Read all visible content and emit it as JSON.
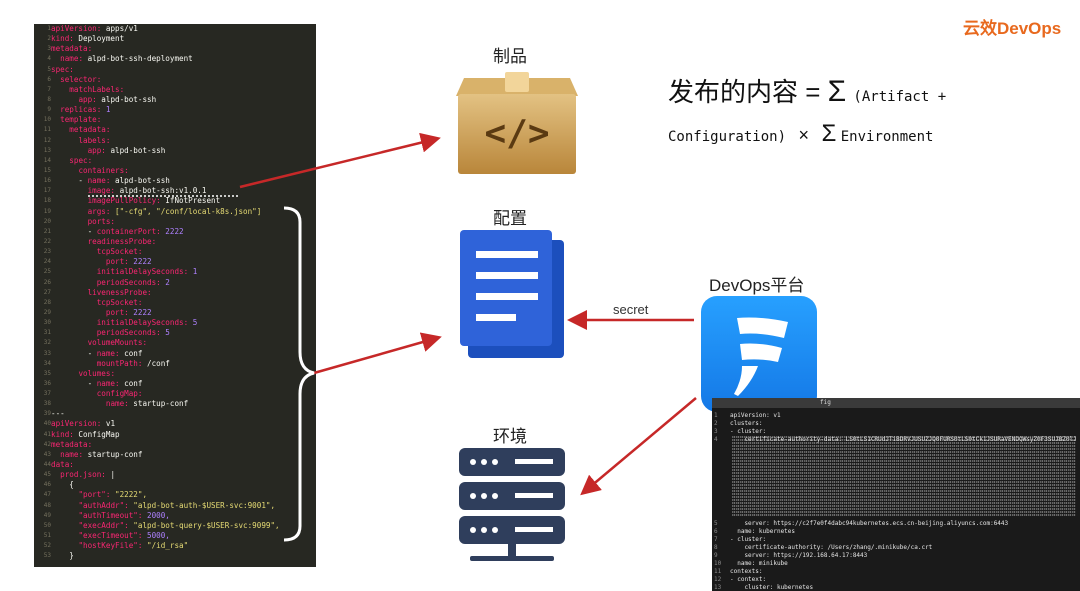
{
  "brand": "云效DevOps",
  "labels": {
    "artifact": "制品",
    "config": "配置",
    "environment": "环境",
    "platform": "DevOps平台",
    "secret": "secret"
  },
  "formula": {
    "lhs": "发布的内容 = ",
    "sigma": "Σ",
    "part1": "(Artifact +",
    "part2": "Configuration)",
    "times": "×",
    "part3": "Environment"
  },
  "colors": {
    "brand": "#e8691e",
    "arrow": "#c62828",
    "doc": "#2f63d9",
    "server": "#2f3e5c",
    "logo": "#1f8ff0",
    "box": "#c99a4b"
  },
  "icons": {
    "artifact": "code-box-icon",
    "config": "document-stack-icon",
    "environment": "server-stack-icon",
    "platform": "devops-logo-icon"
  },
  "yaml_lines": [
    "apiVersion: apps/v1",
    "kind: Deployment",
    "metadata:",
    "  name: alpd-bot-ssh-deployment",
    "spec:",
    "  selector:",
    "    matchLabels:",
    "      app: alpd-bot-ssh",
    "  replicas: 1",
    "  template:",
    "    metadata:",
    "      labels:",
    "        app: alpd-bot-ssh",
    "    spec:",
    "      containers:",
    "      - name: alpd-bot-ssh",
    "        image: alpd-bot-ssh:v1.0.1",
    "        imagePullPolicy: IfNotPresent",
    "        args: [\"-cfg\", \"/conf/local-k8s.json\"]",
    "        ports:",
    "        - containerPort: 2222",
    "        readinessProbe:",
    "          tcpSocket:",
    "            port: 2222",
    "          initialDelaySeconds: 1",
    "          periodSeconds: 2",
    "        livenessProbe:",
    "          tcpSocket:",
    "            port: 2222",
    "          initialDelaySeconds: 5",
    "          periodSeconds: 5",
    "        volumeMounts:",
    "        - name: conf",
    "          mountPath: /conf",
    "      volumes:",
    "        - name: conf",
    "          configMap:",
    "            name: startup-conf",
    "---",
    "apiVersion: v1",
    "kind: ConfigMap",
    "metadata:",
    "  name: startup-conf",
    "data:",
    "  prod.json: |",
    "    {",
    "      \"port\": \"2222\",",
    "      \"authAddr\": \"alpd-bot-auth-$USER-svc:9001\",",
    "      \"authTimeout\": 2000,",
    "      \"execAddr\": \"alpd-bot-query-$USER-svc:9099\",",
    "      \"execTimeout\": 5000,",
    "      \"hostKeyFile\": \"/id_rsa\"",
    "    }"
  ],
  "terminal": {
    "title": "fig",
    "lines": [
      "apiVersion: v1",
      "clusters:",
      "- cluster:",
      "    certificate-authority-data: LS0tLS1CRUdJTiBDRVJUSUZJQ0FURS0tLS0tCk1JSURaVENDQWsyZ0F3SUJBZ0lJ",
      "    server: https://c2f7e0f4dabc94kubernetes.ecs.cn-beijing.aliyuncs.com:6443",
      "  name: kubernetes",
      "- cluster:",
      "    certificate-authority: /Users/zhang/.minikube/ca.crt",
      "    server: https://192.168.64.17:8443",
      "  name: minikube",
      "contexts:",
      "- context:",
      "    cluster: kubernetes"
    ]
  }
}
